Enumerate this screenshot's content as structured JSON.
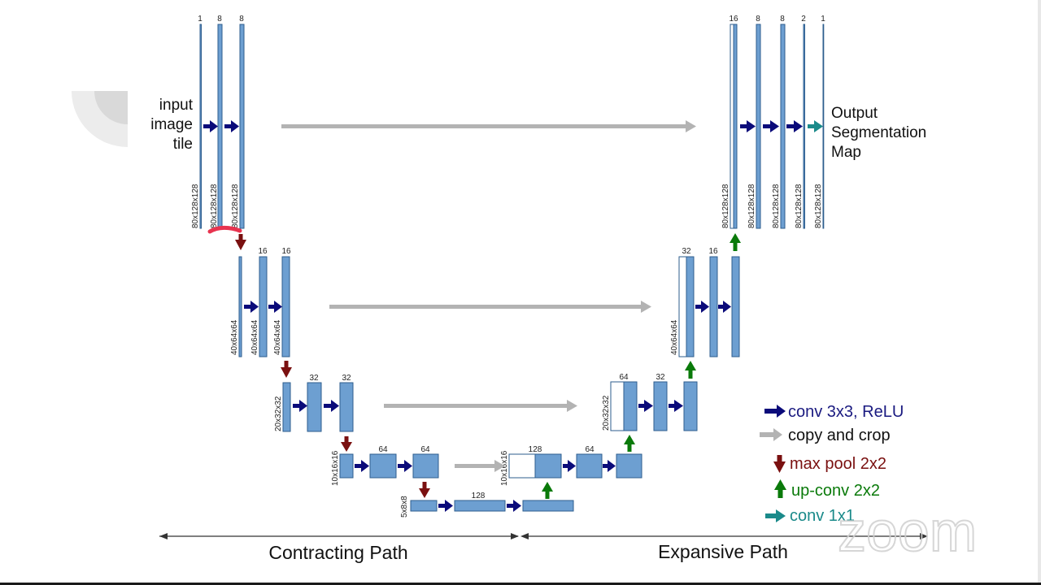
{
  "diagram": {
    "input_label": [
      "input",
      "image",
      "tile"
    ],
    "output_label": [
      "Output",
      "Segmentation",
      "Map"
    ],
    "channels": {
      "enc1": [
        "1",
        "8",
        "8"
      ],
      "enc2": [
        "16",
        "16"
      ],
      "enc3": [
        "32",
        "32"
      ],
      "enc4": [
        "64",
        "64"
      ],
      "bottleneck": [
        "128"
      ],
      "dec4": [
        "128",
        "64"
      ],
      "dec3": [
        "64",
        "32"
      ],
      "dec2": [
        "32",
        "16"
      ],
      "dec1": [
        "16",
        "8",
        "8",
        "2",
        "1"
      ]
    },
    "dims": {
      "level1": "80x128x128",
      "level2": "40x64x64",
      "level3": "20x32x32",
      "level4": "10x16x16",
      "level5": "5x8x8"
    },
    "legend": {
      "conv": "conv 3x3, ReLU",
      "copy": "copy and crop",
      "pool": "max pool 2x2",
      "upconv": "up-conv 2x2",
      "conv1x1": "conv 1x1"
    },
    "legend_colors": {
      "conv": "#0b0b7a",
      "copy": "#b3b3b3",
      "pool": "#7a1010",
      "upconv": "#0a7a0a",
      "conv1x1": "#1a8a8a"
    },
    "contracting_label": "Contracting Path",
    "expansive_label": "Expansive Path",
    "watermark": "zoom"
  }
}
